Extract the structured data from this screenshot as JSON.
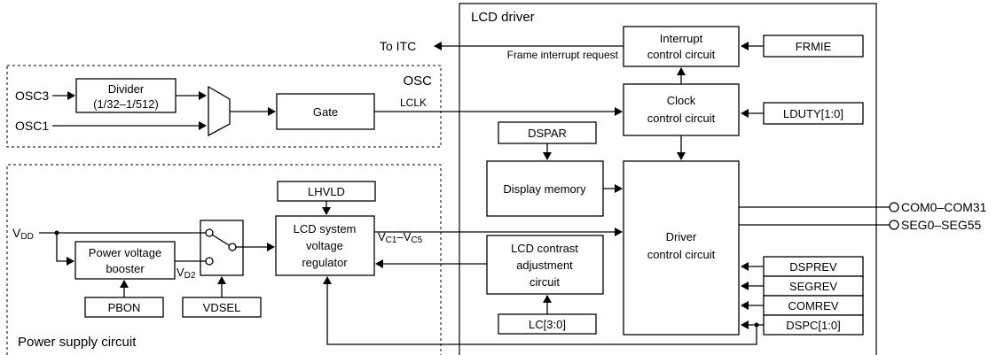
{
  "lcd_driver": {
    "title": "LCD driver",
    "interrupt_circuit": [
      "Interrupt",
      "control circuit"
    ],
    "clock_circuit": [
      "Clock",
      "control circuit"
    ],
    "display_memory": "Display memory",
    "driver_circuit": [
      "Driver",
      "control circuit"
    ],
    "contrast_circuit": [
      "LCD contrast",
      "adjustment",
      "circuit"
    ],
    "voltage_regulator": [
      "LCD system",
      "voltage",
      "regulator"
    ]
  },
  "registers": {
    "frmie": "FRMIE",
    "lduty": "LDUTY[1:0]",
    "dspar": "DSPAR",
    "lhvld": "LHVLD",
    "lc": "LC[3:0]",
    "dsprev": "DSPREV",
    "segrev": "SEGREV",
    "comrev": "COMREV",
    "dspc": "DSPC[1:0]",
    "pbon": "PBON",
    "vdsel": "VDSEL"
  },
  "signals": {
    "to_itc": "To ITC",
    "frame_interrupt": "Frame interrupt request",
    "lclk": "LCLK",
    "osc3": "OSC3",
    "osc1": "OSC1",
    "vdd_main": "V",
    "vdd_sub": "DD",
    "vd2_main": "V",
    "vd2_sub": "D2",
    "vc_part1": "V",
    "vc_sub1": "C1",
    "vc_part2": "–V",
    "vc_sub2": "C5",
    "com": "COM0–COM31",
    "seg": "SEG0–SEG55"
  },
  "osc": {
    "title": "OSC",
    "divider": [
      "Divider",
      "(1/32–1/512)"
    ],
    "gate": "Gate"
  },
  "power": {
    "title": "Power supply circuit",
    "booster": [
      "Power voltage",
      "booster"
    ]
  }
}
